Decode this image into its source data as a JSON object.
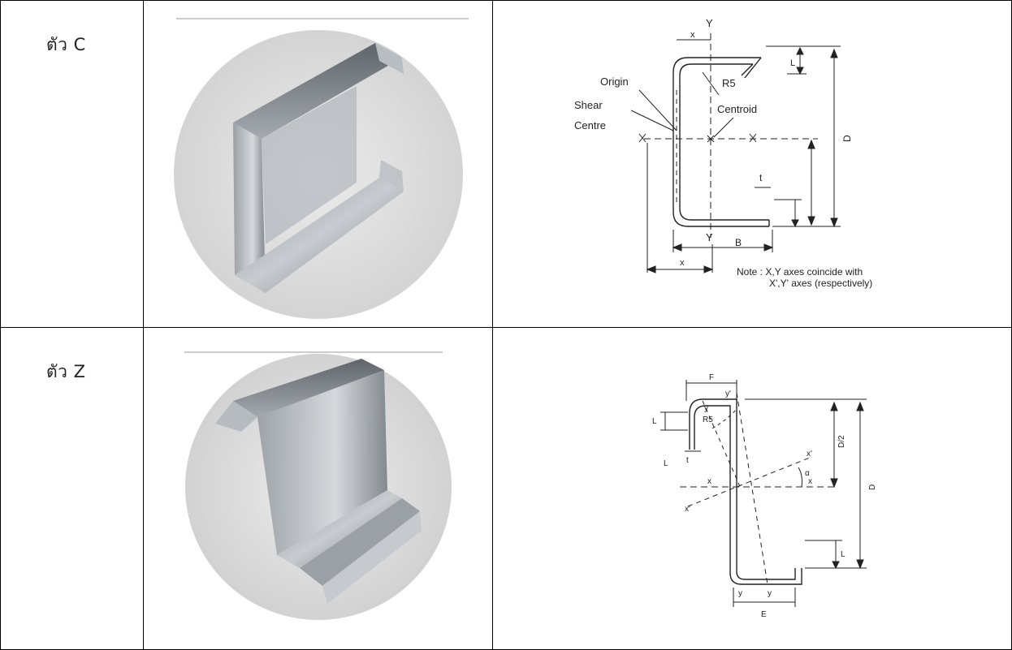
{
  "rows": [
    {
      "label": "ตัว C",
      "photo_icon": "c-channel-photo",
      "diagram": {
        "labels": {
          "origin": "Origin",
          "shear": "Shear",
          "centre": "Centre",
          "centroid": "Centroid",
          "radius": "R5",
          "thickness": "t",
          "width": "B",
          "depth": "D",
          "lip": "L",
          "axis_y_top": "Y",
          "axis_y_bottom": "Y",
          "axis_x_right": "X",
          "axis_x_left": "X",
          "dim_x_top": "x",
          "dim_x_bottom": "x",
          "note_line1": "Note : X,Y axes coincide with",
          "note_line2": "X',Y' axes (respectively)"
        }
      }
    },
    {
      "label": "ตัว Z",
      "photo_icon": "z-purlin-photo",
      "diagram": {
        "labels": {
          "flange_top": "F",
          "flange_bottom": "E",
          "depth": "D",
          "half_depth": "D/2",
          "radius": "R5",
          "thickness": "t",
          "lip_top": "L",
          "lip_left": "L",
          "lip_right": "L",
          "axis_y1": "y",
          "axis_y1_prime": "y'",
          "axis_y_bottom_left": "y",
          "axis_y_bottom_right": "y",
          "axis_x_left": "x",
          "axis_x_far_left": "x'",
          "axis_x_right": "x",
          "axis_x_right_prime": "x'",
          "angle": "α"
        }
      }
    }
  ]
}
